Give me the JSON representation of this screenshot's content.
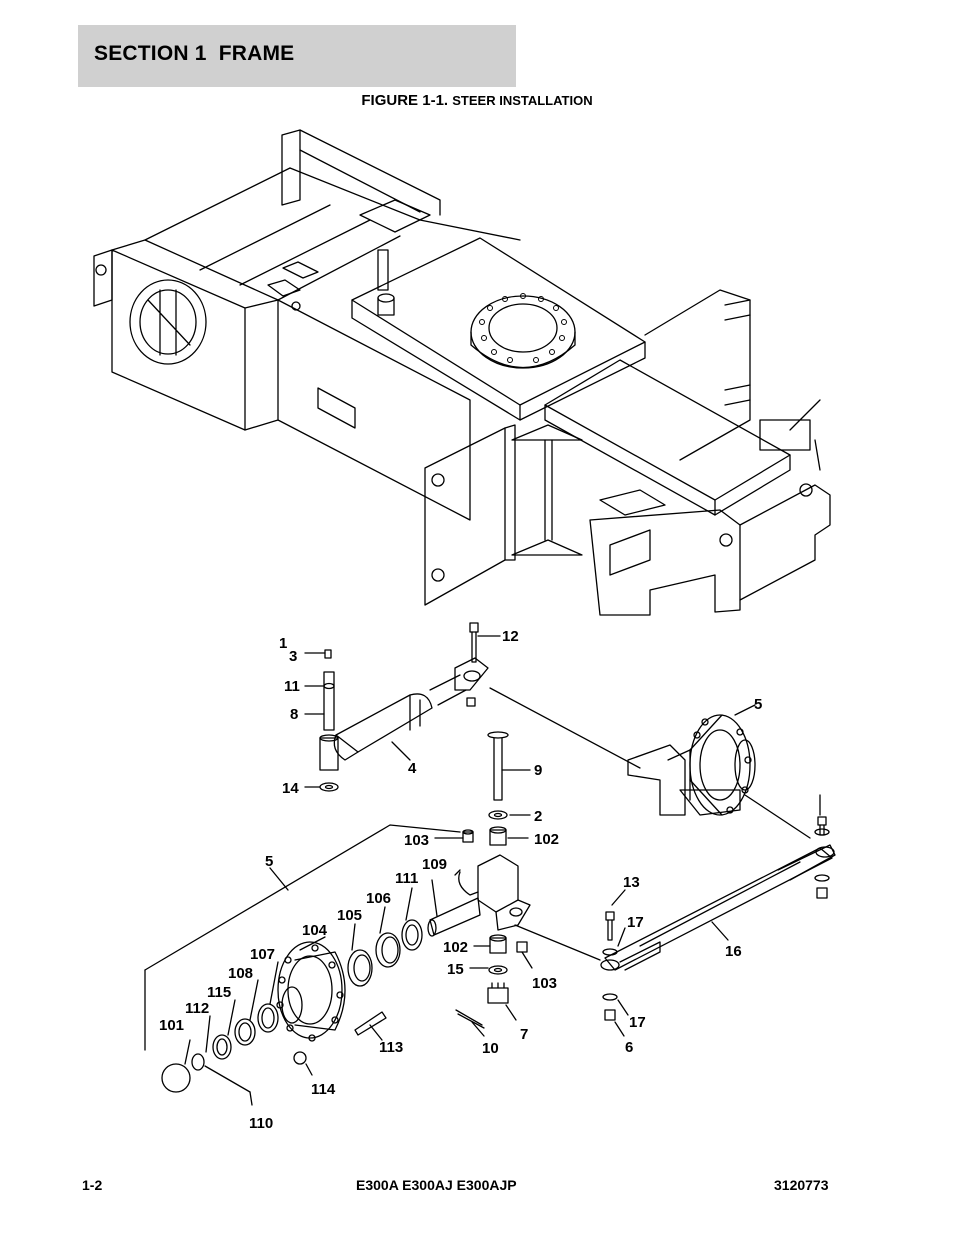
{
  "header": {
    "section_title": "SECTION 1  FRAME"
  },
  "figure": {
    "caption_prefix": "FIGURE 1-1.",
    "caption_title": "STEER INSTALLATION",
    "callouts": [
      {
        "id": "c1",
        "text": "1"
      },
      {
        "id": "c3",
        "text": "3"
      },
      {
        "id": "c12",
        "text": "12"
      },
      {
        "id": "c11",
        "text": "11"
      },
      {
        "id": "c8",
        "text": "8"
      },
      {
        "id": "c5a",
        "text": "5"
      },
      {
        "id": "c4",
        "text": "4"
      },
      {
        "id": "c9",
        "text": "9"
      },
      {
        "id": "c14",
        "text": "14"
      },
      {
        "id": "c2",
        "text": "2"
      },
      {
        "id": "c103a",
        "text": "103"
      },
      {
        "id": "c102a",
        "text": "102"
      },
      {
        "id": "c5b",
        "text": "5"
      },
      {
        "id": "c109",
        "text": "109"
      },
      {
        "id": "c111",
        "text": "111"
      },
      {
        "id": "c106",
        "text": "106"
      },
      {
        "id": "c105",
        "text": "105"
      },
      {
        "id": "c104",
        "text": "104"
      },
      {
        "id": "c13",
        "text": "13"
      },
      {
        "id": "c17a",
        "text": "17"
      },
      {
        "id": "c16",
        "text": "16"
      },
      {
        "id": "c107",
        "text": "107"
      },
      {
        "id": "c102b",
        "text": "102"
      },
      {
        "id": "c15",
        "text": "15"
      },
      {
        "id": "c103b",
        "text": "103"
      },
      {
        "id": "c108",
        "text": "108"
      },
      {
        "id": "c115",
        "text": "115"
      },
      {
        "id": "c112",
        "text": "112"
      },
      {
        "id": "c101",
        "text": "101"
      },
      {
        "id": "c17b",
        "text": "17"
      },
      {
        "id": "c7",
        "text": "7"
      },
      {
        "id": "c6",
        "text": "6"
      },
      {
        "id": "c113",
        "text": "113"
      },
      {
        "id": "c10",
        "text": "10"
      },
      {
        "id": "c114",
        "text": "114"
      },
      {
        "id": "c110",
        "text": "110"
      }
    ]
  },
  "footer": {
    "page_number": "1-2",
    "model": "E300A E300AJ E300AJP",
    "doc_number": "3120773"
  }
}
